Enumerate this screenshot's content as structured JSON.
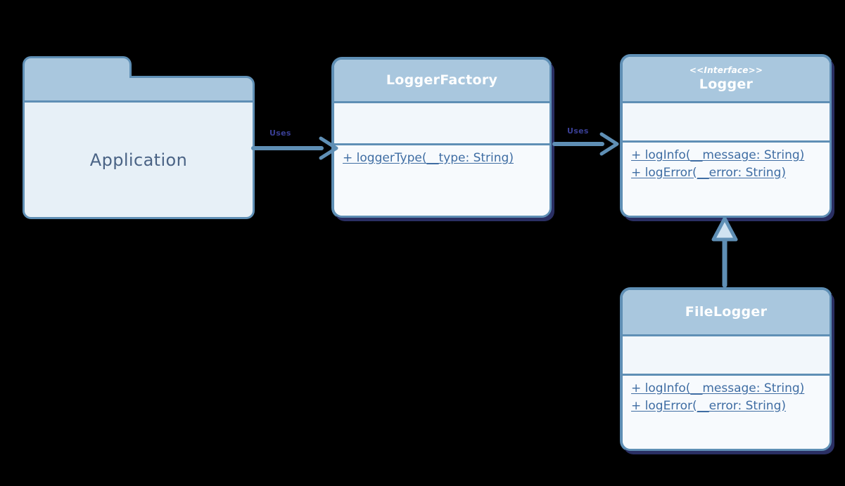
{
  "diagram": {
    "type": "uml-class-diagram",
    "background": "#000000",
    "accent": "#5f8fb5",
    "header_fill": "#a9c7de",
    "body_fill": "#f2f7fb",
    "text_color": "#3f6da3",
    "label_color": "#3a3f96"
  },
  "nodes": {
    "application": {
      "kind": "package",
      "label": "Application"
    },
    "logger_factory": {
      "kind": "class",
      "stereotype": "",
      "title": "LoggerFactory",
      "attributes": [],
      "methods": [
        "+ loggerType(__type: String)"
      ]
    },
    "logger": {
      "kind": "interface",
      "stereotype": "<<Interface>>",
      "title": "Logger",
      "attributes": [],
      "methods": [
        "+ logInfo(__message: String)",
        "+ logError(__error: String)"
      ]
    },
    "file_logger": {
      "kind": "class",
      "stereotype": "",
      "title": "FileLogger",
      "attributes": [],
      "methods": [
        "+ logInfo(__message: String)",
        "+ logError(__error: String)"
      ]
    }
  },
  "edges": [
    {
      "id": "application-uses-loggerfactory",
      "from": "application",
      "to": "logger_factory",
      "label": "Uses",
      "style": "dependency"
    },
    {
      "id": "loggerfactory-uses-logger",
      "from": "logger_factory",
      "to": "logger",
      "label": "Uses",
      "style": "dependency"
    },
    {
      "id": "filelogger-realizes-logger",
      "from": "file_logger",
      "to": "logger",
      "label": "",
      "style": "realization"
    }
  ]
}
